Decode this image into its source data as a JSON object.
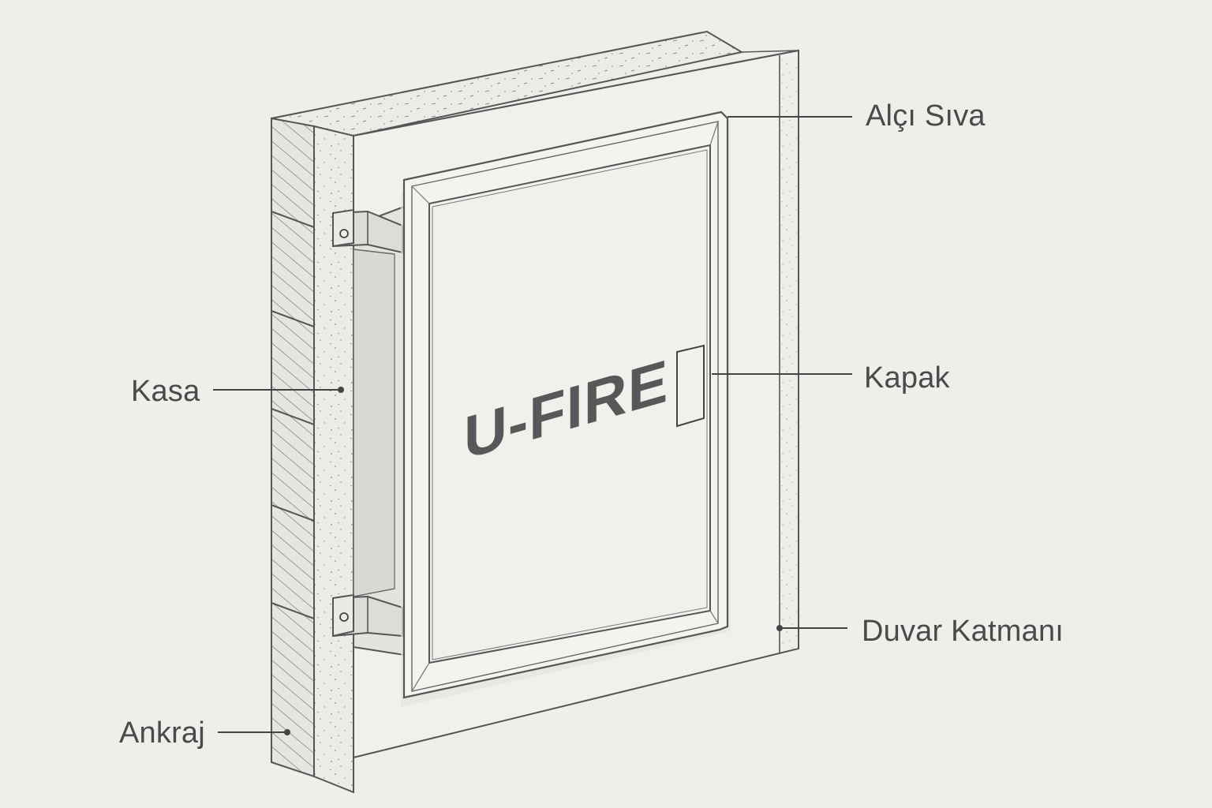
{
  "product": {
    "brand_text": "U-FIRE"
  },
  "labels": {
    "alci_siva": "Alçı Sıva",
    "kapak": "Kapak",
    "kasa": "Kasa",
    "ankraj": "Ankraj",
    "duvar_katmani": "Duvar Katmanı"
  },
  "colors": {
    "background": "#efeeeb",
    "line": "#4a4a4a",
    "text": "#4a4a4a",
    "brand_text": "#585858"
  }
}
